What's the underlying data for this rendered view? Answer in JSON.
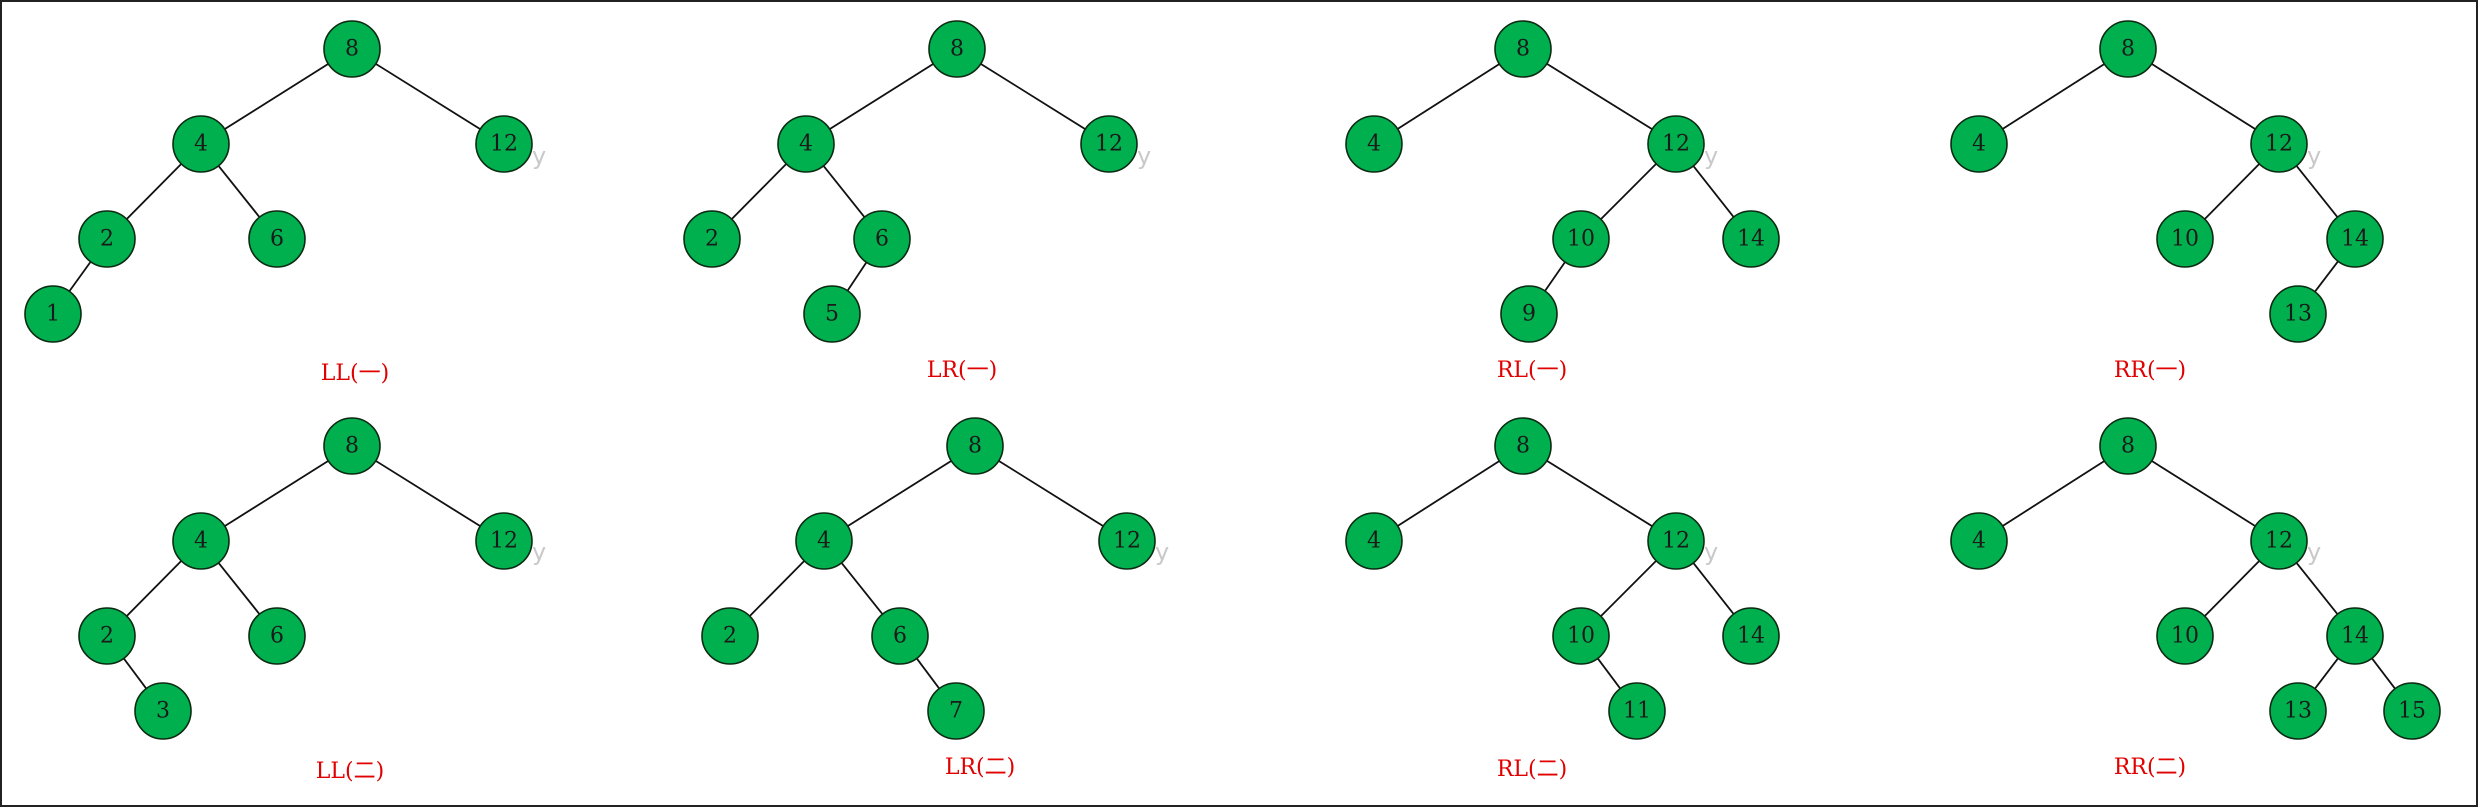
{
  "diagrams": [
    {
      "caption": "LL(一)",
      "nodes": [
        {
          "id": "8",
          "label": "8"
        },
        {
          "id": "4",
          "label": "4"
        },
        {
          "id": "12",
          "label": "12"
        },
        {
          "id": "2",
          "label": "2"
        },
        {
          "id": "6",
          "label": "6"
        },
        {
          "id": "1",
          "label": "1"
        }
      ],
      "edges": [
        [
          "8",
          "4"
        ],
        [
          "8",
          "12"
        ],
        [
          "4",
          "2"
        ],
        [
          "4",
          "6"
        ],
        [
          "2",
          "1"
        ]
      ],
      "ghost": "y"
    },
    {
      "caption": "LR(一)",
      "nodes": [
        {
          "id": "8",
          "label": "8"
        },
        {
          "id": "4",
          "label": "4"
        },
        {
          "id": "12",
          "label": "12"
        },
        {
          "id": "2",
          "label": "2"
        },
        {
          "id": "6",
          "label": "6"
        },
        {
          "id": "5",
          "label": "5"
        }
      ],
      "edges": [
        [
          "8",
          "4"
        ],
        [
          "8",
          "12"
        ],
        [
          "4",
          "2"
        ],
        [
          "4",
          "6"
        ],
        [
          "6",
          "5"
        ]
      ],
      "ghost": "y"
    },
    {
      "caption": "RL(一)",
      "nodes": [
        {
          "id": "8",
          "label": "8"
        },
        {
          "id": "4",
          "label": "4"
        },
        {
          "id": "12",
          "label": "12"
        },
        {
          "id": "10",
          "label": "10"
        },
        {
          "id": "14",
          "label": "14"
        },
        {
          "id": "9",
          "label": "9"
        }
      ],
      "edges": [
        [
          "8",
          "4"
        ],
        [
          "8",
          "12"
        ],
        [
          "12",
          "10"
        ],
        [
          "12",
          "14"
        ],
        [
          "10",
          "9"
        ]
      ],
      "ghost": "y"
    },
    {
      "caption": "RR(一)",
      "nodes": [
        {
          "id": "8",
          "label": "8"
        },
        {
          "id": "4",
          "label": "4"
        },
        {
          "id": "12",
          "label": "12"
        },
        {
          "id": "10",
          "label": "10"
        },
        {
          "id": "14",
          "label": "14"
        },
        {
          "id": "13",
          "label": "13"
        }
      ],
      "edges": [
        [
          "8",
          "4"
        ],
        [
          "8",
          "12"
        ],
        [
          "12",
          "10"
        ],
        [
          "12",
          "14"
        ],
        [
          "14",
          "13"
        ]
      ],
      "ghost": "y"
    },
    {
      "caption": "LL(二)",
      "nodes": [
        {
          "id": "8",
          "label": "8"
        },
        {
          "id": "4",
          "label": "4"
        },
        {
          "id": "12",
          "label": "12"
        },
        {
          "id": "2",
          "label": "2"
        },
        {
          "id": "6",
          "label": "6"
        },
        {
          "id": "3",
          "label": "3"
        }
      ],
      "edges": [
        [
          "8",
          "4"
        ],
        [
          "8",
          "12"
        ],
        [
          "4",
          "2"
        ],
        [
          "4",
          "6"
        ],
        [
          "2",
          "3"
        ]
      ],
      "ghost": "y"
    },
    {
      "caption": "LR(二)",
      "nodes": [
        {
          "id": "8",
          "label": "8"
        },
        {
          "id": "4",
          "label": "4"
        },
        {
          "id": "12",
          "label": "12"
        },
        {
          "id": "2",
          "label": "2"
        },
        {
          "id": "6",
          "label": "6"
        },
        {
          "id": "7",
          "label": "7"
        }
      ],
      "edges": [
        [
          "8",
          "4"
        ],
        [
          "8",
          "12"
        ],
        [
          "4",
          "2"
        ],
        [
          "4",
          "6"
        ],
        [
          "6",
          "7"
        ]
      ],
      "ghost": "y"
    },
    {
      "caption": "RL(二)",
      "nodes": [
        {
          "id": "8",
          "label": "8"
        },
        {
          "id": "4",
          "label": "4"
        },
        {
          "id": "12",
          "label": "12"
        },
        {
          "id": "10",
          "label": "10"
        },
        {
          "id": "14",
          "label": "14"
        },
        {
          "id": "11",
          "label": "11"
        }
      ],
      "edges": [
        [
          "8",
          "4"
        ],
        [
          "8",
          "12"
        ],
        [
          "12",
          "10"
        ],
        [
          "12",
          "14"
        ],
        [
          "10",
          "11"
        ]
      ],
      "ghost": "y"
    },
    {
      "caption": "RR(二)",
      "nodes": [
        {
          "id": "8",
          "label": "8"
        },
        {
          "id": "4",
          "label": "4"
        },
        {
          "id": "12",
          "label": "12"
        },
        {
          "id": "10",
          "label": "10"
        },
        {
          "id": "14",
          "label": "14"
        },
        {
          "id": "13",
          "label": "13"
        },
        {
          "id": "15",
          "label": "15"
        }
      ],
      "edges": [
        [
          "8",
          "4"
        ],
        [
          "8",
          "12"
        ],
        [
          "12",
          "10"
        ],
        [
          "12",
          "14"
        ],
        [
          "14",
          "13"
        ],
        [
          "14",
          "15"
        ]
      ],
      "ghost": "y"
    }
  ],
  "colors": {
    "node_fill": "#00b04f",
    "node_stroke": "#0b2a12",
    "edge": "#111111",
    "caption": "#e00000",
    "ghost_text": "#c9c9c9"
  }
}
